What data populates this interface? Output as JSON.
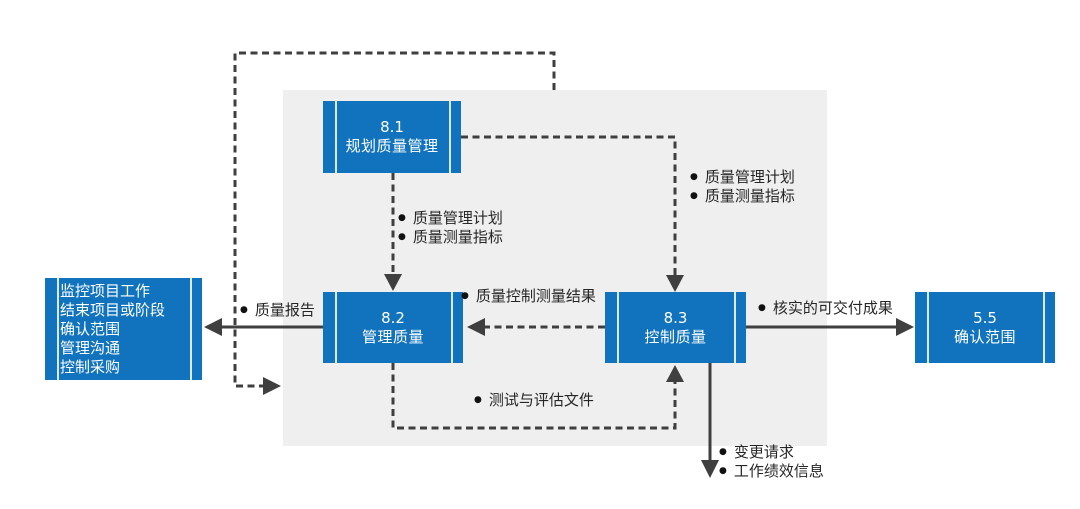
{
  "diagram": {
    "bullet": "●",
    "colors": {
      "node_fill": "#1173bd",
      "panel_bg": "#efefef",
      "line": "#3f3f3f",
      "label_text": "#262626"
    },
    "nodes": {
      "plan": {
        "id": "8.1",
        "label": "规划质量管理"
      },
      "manage": {
        "id": "8.2",
        "label": "管理质量"
      },
      "control": {
        "id": "8.3",
        "label": "控制质量"
      },
      "validate_scope": {
        "id": "5.5",
        "label": "确认范围"
      },
      "external": {
        "lines": [
          "监控项目工作",
          "结束项目或阶段",
          "确认范围",
          "管理沟通",
          "控制采购"
        ]
      }
    },
    "labels": {
      "plan_to_manage": [
        "质量管理计划",
        "质量测量指标"
      ],
      "plan_to_control": [
        "质量管理计划",
        "质量测量指标"
      ],
      "quality_report": "质量报告",
      "control_measurements": "质量控制测量结果",
      "verified_deliverables": "核实的可交付成果",
      "test_docs": "测试与评估文件",
      "control_outputs": [
        "变更请求",
        "工作绩效信息"
      ]
    }
  }
}
